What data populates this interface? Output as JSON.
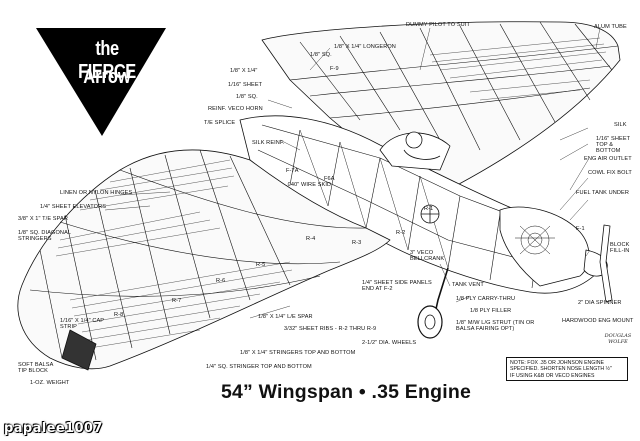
{
  "title": {
    "line1": "the FIERCE",
    "line2": "Arrow"
  },
  "caption": "54” Wingspan  •  .35 Engine",
  "watermark": "papalee1007",
  "signature": "DOUGLAS WOLFE",
  "note": {
    "line1": "NOTE: FOX .35 OR JOHNSON ENGINE",
    "line2": "SPECIFIED. SHORTEN NOSE LENGTH ½\"",
    "line3": "IF USING K&B OR VECO ENGINES"
  },
  "labels": {
    "dummy_pilot": "DUMMY PILOT TO SUIT",
    "alum_tube": "ALUM TUBE",
    "longeron": "1/8\" X 1/4\" LONGERON",
    "sq_1_8": "1/8\" SQ.",
    "f9": "F-9",
    "eighth_quarter": "1/8\" X 1/4\"",
    "eighth_sheet": "1/16\" SHEET",
    "sq_1_8b": "1/8\" SQ.",
    "reinf_veco": "REINF. VECO HORN",
    "te_splice": "T/E SPLICE",
    "silk_reinf": "SILK REINF.",
    "f7a": "F-7A",
    "wire_skid": ".040\" WIRE SKID",
    "f6a": "F6A",
    "silk": "SILK",
    "sheet_top_bottom": "1/16\" SHEET TOP & BOTTOM",
    "eng_air_outlet": "ENG AIR OUTLET",
    "cowl_fix_bolt": "COWL FIX BOLT",
    "fuel_tank": "FUEL TANK UNDER",
    "linen_hinges": "LINEN OR NYLON HINGES",
    "sheet_elevators": "1/4\" SHEET ELEVATORS",
    "te_spar": "3/8\" X 1\" T/E SPAR",
    "diag_stringers": "1/8\" SQ. DIAGONAL STRINGERS",
    "r4": "R-4",
    "r3": "R-3",
    "r2": "R-2",
    "r1": "R-1",
    "r5": "R-5",
    "r6": "R-6",
    "r7": "R-7",
    "r8": "R-8",
    "bellcrank": "3\" VECO BELLCRANK",
    "f1": "F-1",
    "block_fill": "BLOCK FILL-IN",
    "tank_vent": "TANK VENT",
    "side_panels": "1/4\" SHEET SIDE PANELS END AT F-2",
    "carry_thru": "1/8 PLY CARRY-THRU",
    "ply_filler": "1/8 PLY FILLER",
    "strut": "1/8\" M/W L/G STRUT (TIN OR BALSA FAIRING OPT)",
    "spinner": "2\" DIA SPINNER",
    "eng_mount": "HARDWOOD ENG MOUNT",
    "cap_strip": "1/16\" X 1/4\" CAP STRIP",
    "le_spar": "1/8\" X 1/4\" L/E SPAR",
    "sheet_ribs": "3/32\" SHEET RIBS - R-2 THRU R-9",
    "wheels": "2-1/2\" DIA. WHEELS",
    "stringers_tb": "1/8\" X 1/4\" STRINGERS TOP AND BOTTOM",
    "sq_stringer": "1/4\" SQ. STRINGER TOP AND BOTTOM",
    "soft_balsa": "SOFT BALSA TIP BLOCK",
    "weight": "1-OZ. WEIGHT"
  }
}
